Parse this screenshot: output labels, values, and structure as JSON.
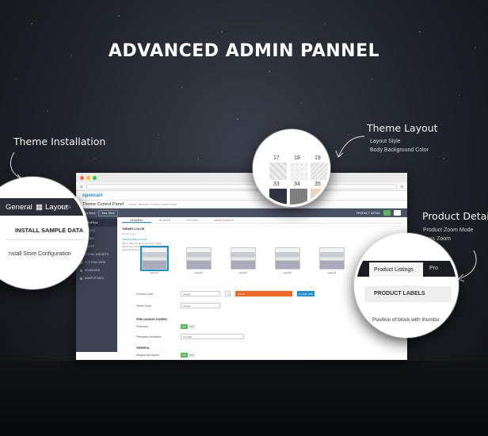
{
  "headline": "ADVANCED ADMIN PANNEL",
  "annotations": {
    "theme_installation": {
      "title": "Theme Installation"
    },
    "theme_layout": {
      "title": "Theme Layout",
      "items": [
        "Layout Style",
        "Body Background Color"
      ]
    },
    "product_detail": {
      "title": "Product Detail",
      "items": [
        "Product Zoom Mode",
        "Lens Zoom"
      ]
    }
  },
  "install_circle": {
    "tabs": [
      "General",
      "Layout",
      "If yo"
    ],
    "heading": "INSTALL SAMPLE DATA",
    "text": "nstall Store Configuration"
  },
  "layout_circle": {
    "numbers": [
      "17",
      "18",
      "19",
      "33",
      "34",
      "35"
    ]
  },
  "product_circle": {
    "tabs": [
      "Product Listings",
      "Pro"
    ],
    "label": "PRODUCT LABELS",
    "text": "Position of block with thumbo"
  },
  "browser": {
    "logo": "opencart",
    "page_title": "Theme Control Panel",
    "breadcrumb": "Home  /  Modules  /  Theme Control Panel",
    "store_label": "Your Store",
    "store_value": "Your Store",
    "right_label": "PRODUCT DETAIL",
    "sidebar": [
      "GENERAL",
      "LAYOUT",
      "PAGES",
      "FONTS",
      "SOCIAL WIDGETS",
      "CUSTOM CODE",
      "ADVANCED",
      "SAMPLE DATA"
    ],
    "tabs": [
      "GENERAL",
      "HEADER",
      "FOOTER",
      "MAINTENANCE"
    ],
    "section_theme_color": "THEMES COLOR",
    "layout_type": "Layout Type",
    "create_color": "CREATE NEW COLOR",
    "steps": [
      "Step 1: Select the layout you want to display",
      "Step 2: Fill in the color code",
      "Step 3: Enter the color you created"
    ],
    "layouts": [
      {
        "cap": "Layout 1"
      },
      {
        "cap": "Layout 2"
      },
      {
        "cap": "Layout 3"
      },
      {
        "cap": "Layout 4"
      },
      {
        "cap": "Layout 5"
      }
    ],
    "choose_color_label": "Choose Color",
    "choose_color_value": "orange",
    "default_btn": "default",
    "compile_btn": "Compile CSS",
    "select_color_label": "Select Color",
    "select_color_value": "orange",
    "section_preloading": "PRELOADING SCREEN",
    "preloader_label": "Preloader",
    "preloader_anim_label": "Preloader Animation",
    "preloader_anim_value": "Line Bar",
    "toggle_on": "ON",
    "toggle_off": "OFF",
    "section_general": "GENERAL",
    "responsive_label": "Responsive layout"
  },
  "colors": {
    "accent": "#1e91cf",
    "orange": "#f26522",
    "green": "#5cb85c",
    "sidebar": "#3d4455"
  }
}
